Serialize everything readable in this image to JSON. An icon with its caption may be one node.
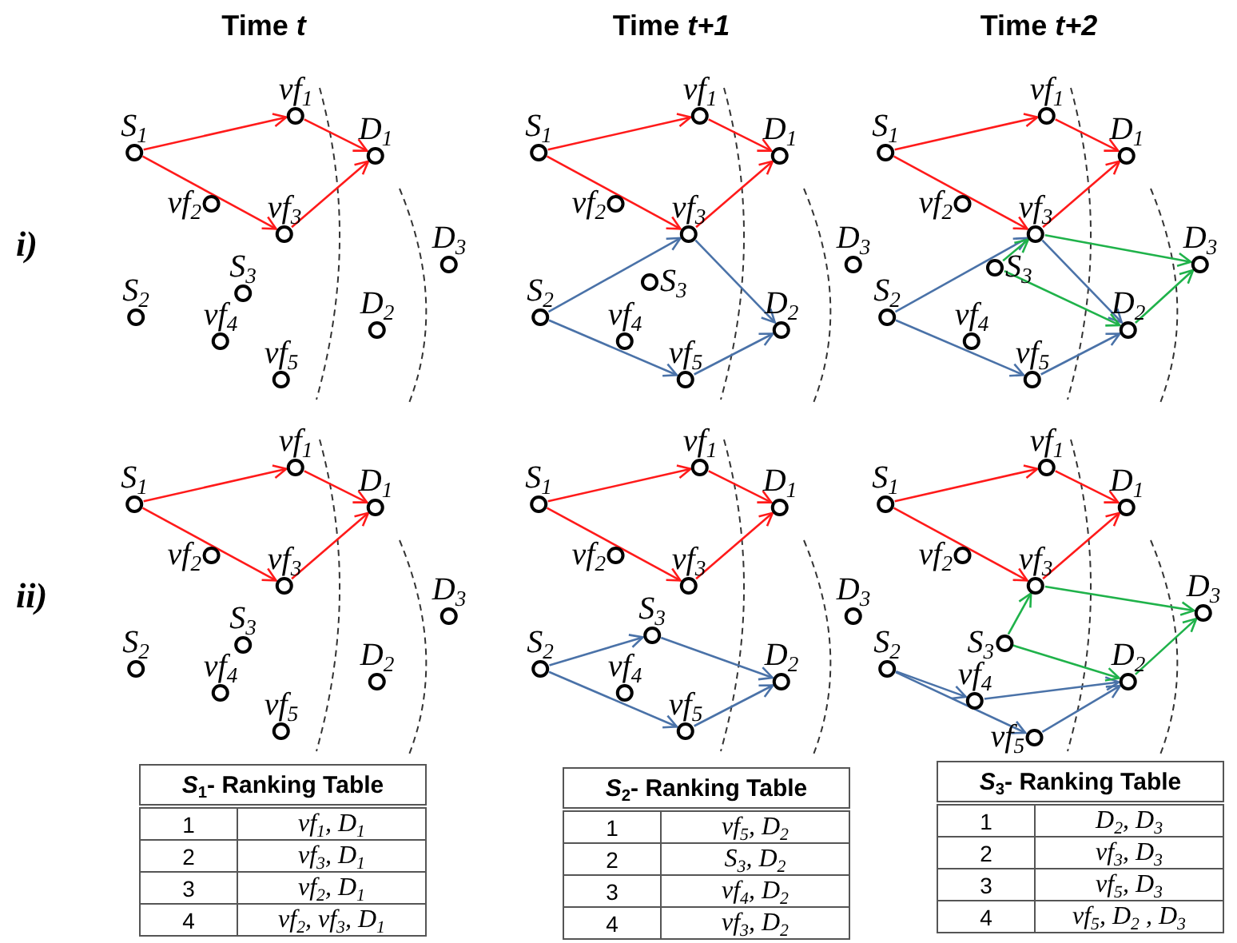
{
  "diagram": {
    "nodes": [
      {
        "text": [
          "S$_{1}$"
        ]
      },
      {
        "text": [
          "vf$_{1}$"
        ]
      },
      {
        "text": [
          "D$_{1}$"
        ]
      },
      {
        "text": [
          "vf$_{2}$"
        ]
      },
      {
        "text": [
          "vf$_{3}$"
        ]
      },
      {
        "text": [
          "S$_{3}$"
        ]
      },
      {
        "text": [
          "D$_{3}$"
        ]
      },
      {
        "text": [
          "S$_{2}$"
        ]
      },
      {
        "text": [
          "vf$_{4}$"
        ]
      },
      {
        "text": [
          "D$_{2}$"
        ]
      },
      {
        "text": [
          "vf$_{5}$"
        ]
      },
      {
        "text": [
          "S$_{1}$"
        ]
      },
      {
        "text": [
          "vf$_{1}$"
        ]
      },
      {
        "text": [
          "D$_{1}$"
        ]
      },
      {
        "text": [
          "vf$_{2}$"
        ]
      },
      {
        "text": [
          "vf$_{3}$"
        ]
      },
      {
        "text": [
          "S$_{3}$"
        ]
      },
      {
        "text": [
          "D$_{3}$"
        ]
      },
      {
        "text": [
          "S$_{2}$"
        ]
      },
      {
        "text": [
          "vf$_{4}$"
        ]
      },
      {
        "text": [
          "D$_{2}$"
        ]
      },
      {
        "text": [
          "vf$_{5}$"
        ]
      },
      {
        "text": [
          "S$_{1}$"
        ]
      },
      {
        "text": [
          "vf$_{1}$"
        ]
      },
      {
        "text": [
          "D$_{1}$"
        ]
      },
      {
        "text": [
          "vf$_{2}$"
        ]
      },
      {
        "text": [
          "vf$_{3}$"
        ]
      },
      {
        "text": [
          "S$_{3}$"
        ]
      },
      {
        "text": [
          "D$_{3}$"
        ]
      },
      {
        "text": [
          "S$_{2}$"
        ]
      },
      {
        "text": [
          "vf$_{4}$"
        ]
      },
      {
        "text": [
          "D$_{2}$"
        ]
      },
      {
        "text": [
          "vf$_{5}$"
        ]
      },
      {
        "text": [
          "S$_{1}$"
        ]
      },
      {
        "text": [
          "vf$_{1}$"
        ]
      },
      {
        "text": [
          "D$_{1}$"
        ]
      },
      {
        "text": [
          "vf$_{2}$"
        ]
      },
      {
        "text": [
          "vf$_{3}$"
        ]
      },
      {
        "text": [
          "S$_{3}$"
        ]
      },
      {
        "text": [
          "D$_{3}$"
        ]
      },
      {
        "text": [
          "S$_{2}$"
        ]
      },
      {
        "text": [
          "vf$_{4}$"
        ]
      },
      {
        "text": [
          "D$_{2}$"
        ]
      },
      {
        "text": [
          "vf$_{5}$"
        ]
      },
      {
        "text": [
          "S$_{1}$"
        ]
      },
      {
        "text": [
          "vf$_{1}$"
        ]
      },
      {
        "text": [
          "D$_{1}$"
        ]
      },
      {
        "text": [
          "vf$_{2}$"
        ]
      },
      {
        "text": [
          "vf$_{3}$"
        ]
      },
      {
        "text": [
          "S$_{3}$"
        ]
      },
      {
        "text": [
          "D$_{3}$"
        ]
      },
      {
        "text": [
          "S$_{2}$"
        ]
      },
      {
        "text": [
          "vf$_{4}$"
        ]
      },
      {
        "text": [
          "D$_{2}$"
        ]
      },
      {
        "text": [
          "vf$_{5}$"
        ]
      },
      {
        "text": [
          "S$_{1}$"
        ]
      },
      {
        "text": [
          "vf$_{1}$"
        ]
      },
      {
        "text": [
          "D$_{1}$"
        ]
      },
      {
        "text": [
          "vf$_{2}$"
        ]
      },
      {
        "text": [
          "vf$_{3}$"
        ]
      },
      {
        "text": [
          "S$_{3}$"
        ]
      },
      {
        "text": [
          "D$_{3}$"
        ]
      },
      {
        "text": [
          "S$_{2}$"
        ]
      },
      {
        "text": [
          "vf$_{4}$"
        ]
      },
      {
        "text": [
          "D$_{2}$"
        ]
      },
      {
        "text": [
          "vf$_{5}$"
        ]
      }
    ],
    "edges": [
      {
        "from": 0,
        "to": 1,
        "arrow": "to"
      },
      {
        "from": 1,
        "to": 2,
        "arrow": "to"
      },
      {
        "from": 0,
        "to": 4,
        "arrow": "to"
      },
      {
        "from": 4,
        "to": 2,
        "arrow": "to"
      },
      {
        "from": 11,
        "to": 12,
        "arrow": "to"
      },
      {
        "from": 12,
        "to": 13,
        "arrow": "to"
      },
      {
        "from": 11,
        "to": 15,
        "arrow": "to"
      },
      {
        "from": 15,
        "to": 13,
        "arrow": "to"
      },
      {
        "from": 18,
        "to": 15,
        "arrow": "to",
        "color": "#4a72a8"
      },
      {
        "from": 15,
        "to": 20,
        "arrow": "to",
        "color": "#4a72a8"
      },
      {
        "from": 18,
        "to": 21,
        "arrow": "to",
        "color": "#4a72a8"
      },
      {
        "from": 21,
        "to": 20,
        "arrow": "to",
        "color": "#4a72a8"
      },
      {
        "from": 22,
        "to": 23,
        "arrow": "to"
      },
      {
        "from": 23,
        "to": 24,
        "arrow": "to"
      },
      {
        "from": 22,
        "to": 26,
        "arrow": "to"
      },
      {
        "from": 26,
        "to": 24,
        "arrow": "to"
      },
      {
        "from": 29,
        "to": 26,
        "arrow": "to",
        "color": "#4a72a8"
      },
      {
        "from": 26,
        "to": 31,
        "arrow": "to",
        "color": "#4a72a8"
      },
      {
        "from": 29,
        "to": 32,
        "arrow": "to",
        "color": "#4a72a8"
      },
      {
        "from": 32,
        "to": 31,
        "arrow": "to",
        "color": "#4a72a8"
      },
      {
        "from": 27,
        "to": 26,
        "arrow": "to",
        "color": "#1fb24a"
      },
      {
        "from": 26,
        "to": 28,
        "arrow": "to",
        "color": "#1fb24a"
      },
      {
        "from": 27,
        "to": 31,
        "arrow": "to",
        "color": "#1fb24a"
      },
      {
        "from": 31,
        "to": 28,
        "arrow": "to",
        "color": "#1fb24a"
      },
      {
        "from": 33,
        "to": 34,
        "arrow": "to"
      },
      {
        "from": 34,
        "to": 35,
        "arrow": "to"
      },
      {
        "from": 33,
        "to": 37,
        "arrow": "to"
      },
      {
        "from": 37,
        "to": 35,
        "arrow": "to"
      },
      {
        "from": 44,
        "to": 45,
        "arrow": "to"
      },
      {
        "from": 45,
        "to": 46,
        "arrow": "to"
      },
      {
        "from": 44,
        "to": 48,
        "arrow": "to"
      },
      {
        "from": 48,
        "to": 46,
        "arrow": "to"
      },
      {
        "from": 51,
        "to": 49,
        "arrow": "to",
        "color": "#4a72a8"
      },
      {
        "from": 49,
        "to": 53,
        "arrow": "to",
        "color": "#4a72a8"
      },
      {
        "from": 51,
        "to": 54,
        "arrow": "to",
        "color": "#4a72a8"
      },
      {
        "from": 54,
        "to": 53,
        "arrow": "to",
        "color": "#4a72a8"
      },
      {
        "from": 55,
        "to": 56,
        "arrow": "to"
      },
      {
        "from": 56,
        "to": 57,
        "arrow": "to"
      },
      {
        "from": 55,
        "to": 59,
        "arrow": "to"
      },
      {
        "from": 59,
        "to": 57,
        "arrow": "to"
      },
      {
        "from": 62,
        "to": 63,
        "arrow": "to",
        "color": "#4a72a8"
      },
      {
        "from": 63,
        "to": 64,
        "arrow": "to",
        "color": "#4a72a8"
      },
      {
        "from": 62,
        "to": 65,
        "arrow": "to",
        "color": "#4a72a8"
      },
      {
        "from": 65,
        "to": 64,
        "arrow": "to",
        "color": "#4a72a8"
      },
      {
        "from": 60,
        "to": 59,
        "arrow": "to",
        "color": "#1fb24a"
      },
      {
        "from": 59,
        "to": 61,
        "arrow": "to",
        "color": "#1fb24a"
      },
      {
        "from": 60,
        "to": 64,
        "arrow": "to",
        "color": "#1fb24a"
      },
      {
        "from": 64,
        "to": 61,
        "arrow": "to",
        "color": "#1fb24a"
      }
    ],
    "labels": [
      "Time *t*",
      "Time *t+1*",
      "Time *t+2*",
      "i)",
      "ii)",
      "*S*$_{1}$- Ranking Table",
      "1",
      "vf$_{1}$, D$_{1}$",
      "2",
      "vf$_{3}$, D$_{1}$",
      "3",
      "vf$_{2}$, D$_{1}$",
      "4",
      "vf$_{2}$, vf$_{3}$, D$_{1}$",
      "*S*$_{2}$- Ranking Table",
      "1",
      "vf$_{5}$, D$_{2}$",
      "2",
      "S$_{3}$, D$_{2}$",
      "3",
      "vf$_{4}$, D$_{2}$",
      "4",
      "vf$_{3}$, D$_{2}$",
      "*S*$_{3}$- Ranking Table",
      "1",
      "D$_{2}$, D$_{3}$",
      "2",
      "vf$_{3}$, D$_{3}$",
      "3",
      "vf$_{5}$, D$_{3}$",
      "4",
      "vf$_{5}$, D$_{2}$ , D$_{3}$"
    ]
  }
}
